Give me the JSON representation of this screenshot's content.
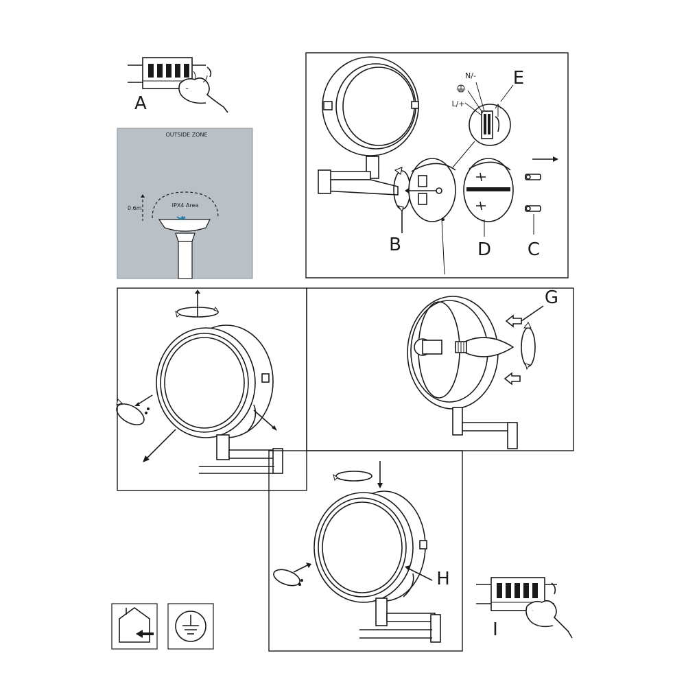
{
  "labels": {
    "a": "A",
    "b": "B",
    "c": "C",
    "d": "D",
    "e": "E",
    "g": "G",
    "h": "H",
    "i": "I"
  },
  "zone": {
    "outside": "OUTSIDE ZONE",
    "area": "IPX4 Area",
    "height": "0.6m"
  },
  "wiring": {
    "neutral": "N/-",
    "live": "L/+"
  },
  "icons": [
    "breaker-panel-icon",
    "hand-icon",
    "house-arrow-icon",
    "earth-ground-icon"
  ],
  "colors": {
    "zone_bg": "#b9c1c6",
    "line": "#1a1a1a",
    "basin_accent": "#2f7fa8"
  }
}
